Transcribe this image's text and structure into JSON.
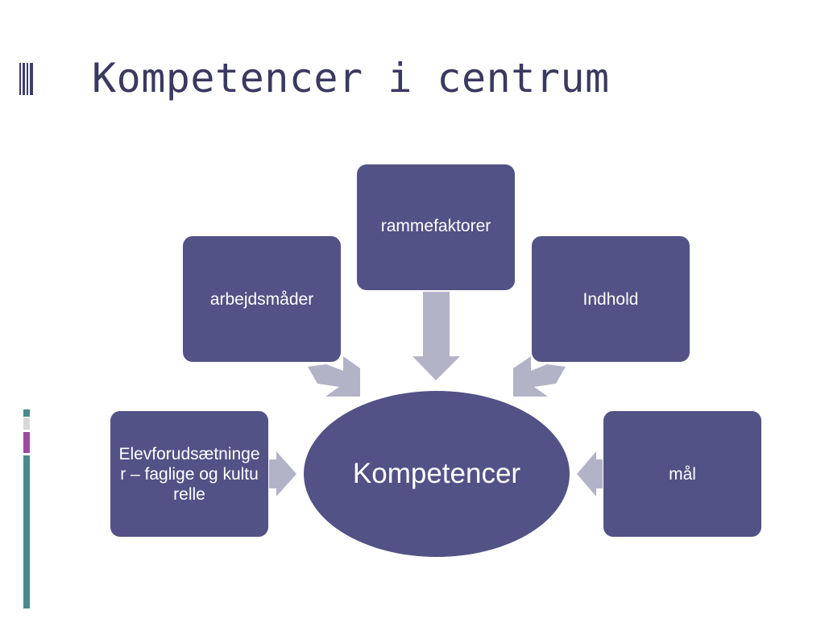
{
  "slide": {
    "title": "Kompetencer i centrum"
  },
  "diagram": {
    "center": "Kompetencer",
    "nodes": [
      {
        "id": "rammefaktorer",
        "label": "rammefaktorer"
      },
      {
        "id": "arbejdsmader",
        "label": "arbejdsmåder"
      },
      {
        "id": "indhold",
        "label": "Indhold"
      },
      {
        "id": "elevforudsaetninger",
        "label": "Elevforudsætninger – faglige og kulturelle"
      },
      {
        "id": "maal",
        "label": "mål"
      }
    ]
  },
  "colors": {
    "box_fill": "#535286",
    "arrow_fill": "#b3b3c7",
    "title_text": "#3a3960",
    "bar_teal": "#4a8a8c",
    "bar_purple": "#9a4aa0",
    "bar_light": "#d8d8d8"
  }
}
